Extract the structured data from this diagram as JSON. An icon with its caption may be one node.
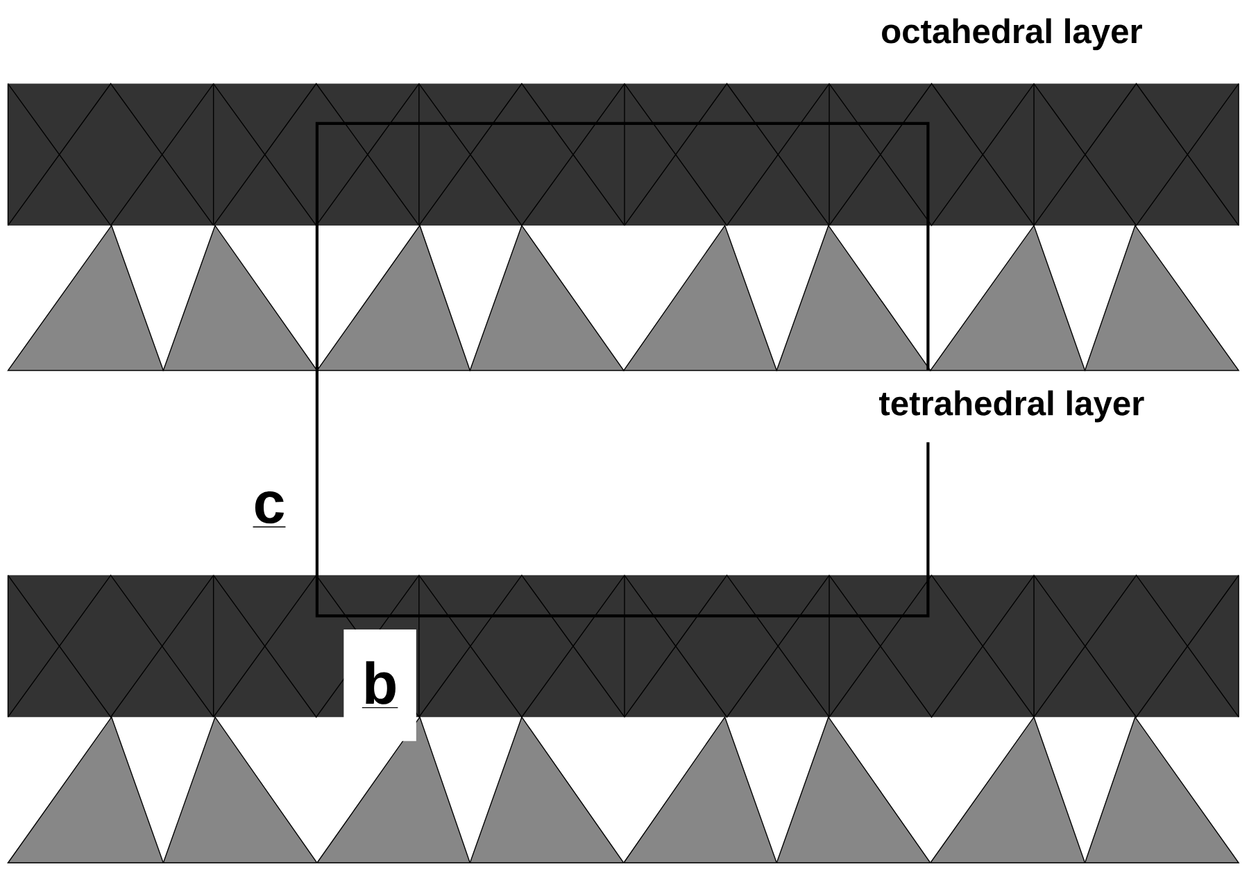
{
  "diagram": {
    "labels": [
      "octahedral layer",
      "tetrahedral layer",
      "c",
      "b"
    ]
  }
}
